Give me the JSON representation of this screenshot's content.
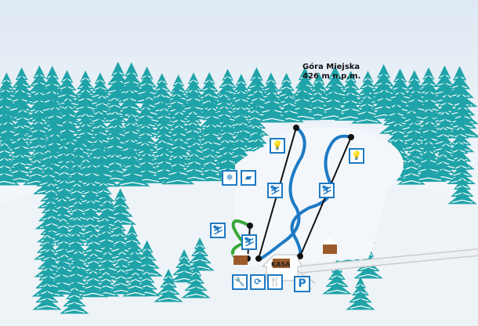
{
  "peak": {
    "name": "Góra Miejska",
    "altitude": "426 m n.p.m."
  },
  "ticket_office": {
    "label": "KASA"
  },
  "parking": {
    "label": "P"
  },
  "icons": [
    {
      "name": "lamp-icon",
      "glyph": "💡"
    },
    {
      "name": "lamp-icon",
      "glyph": "💡"
    },
    {
      "name": "snowflake-icon",
      "glyph": "❄"
    },
    {
      "name": "snowcat-icon",
      "glyph": "▰"
    },
    {
      "name": "ski-lift-icon",
      "glyph": "⛷"
    },
    {
      "name": "ski-lift-icon",
      "glyph": "⛷"
    },
    {
      "name": "ski-lift-icon",
      "glyph": "⛷"
    },
    {
      "name": "ski-school-icon",
      "glyph": "⛷"
    },
    {
      "name": "ski-service-icon",
      "glyph": "🔧"
    },
    {
      "name": "ski-rental-icon",
      "glyph": "⟳"
    },
    {
      "name": "restaurant-icon",
      "glyph": "🍴"
    }
  ],
  "colors": {
    "tree": "#1fa3a8",
    "piste": "#1e7ac4",
    "beginner": "#3aa83a",
    "lift": "#111111",
    "road": "#c9ccd0",
    "hut": "#9b5a2c"
  }
}
